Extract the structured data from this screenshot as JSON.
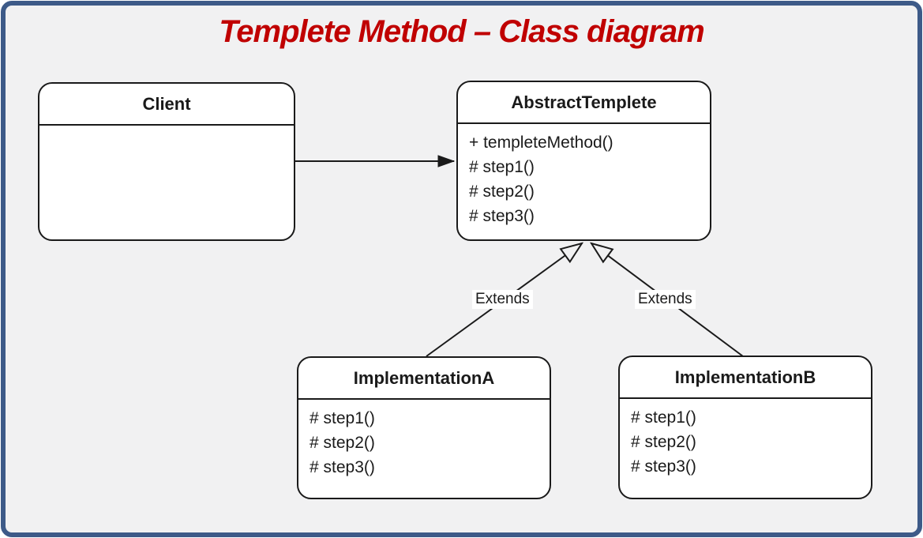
{
  "title": "Templete Method – Class diagram",
  "colors": {
    "title_text": "#c00000",
    "frame_border": "#3d5a88",
    "canvas_background": "#f1f1f2",
    "box_background": "#ffffff",
    "box_border": "#1a1a1a",
    "edge_line": "#1a1a1a"
  },
  "classes": {
    "client": {
      "name": "Client",
      "methods": []
    },
    "abstract_templete": {
      "name": "AbstractTemplete",
      "methods": [
        "+ templeteMethod()",
        "# step1()",
        "# step2()",
        "# step3()"
      ]
    },
    "implementation_a": {
      "name": "ImplementationA",
      "methods": [
        "# step1()",
        "# step2()",
        "# step3()"
      ]
    },
    "implementation_b": {
      "name": "ImplementationB",
      "methods": [
        "# step1()",
        "# step2()",
        "# step3()"
      ]
    }
  },
  "edges": {
    "client_to_abstract": {
      "type": "directed-association"
    },
    "extends_left": {
      "label": "Extends",
      "type": "generalization"
    },
    "extends_right": {
      "label": "Extends",
      "type": "generalization"
    }
  }
}
